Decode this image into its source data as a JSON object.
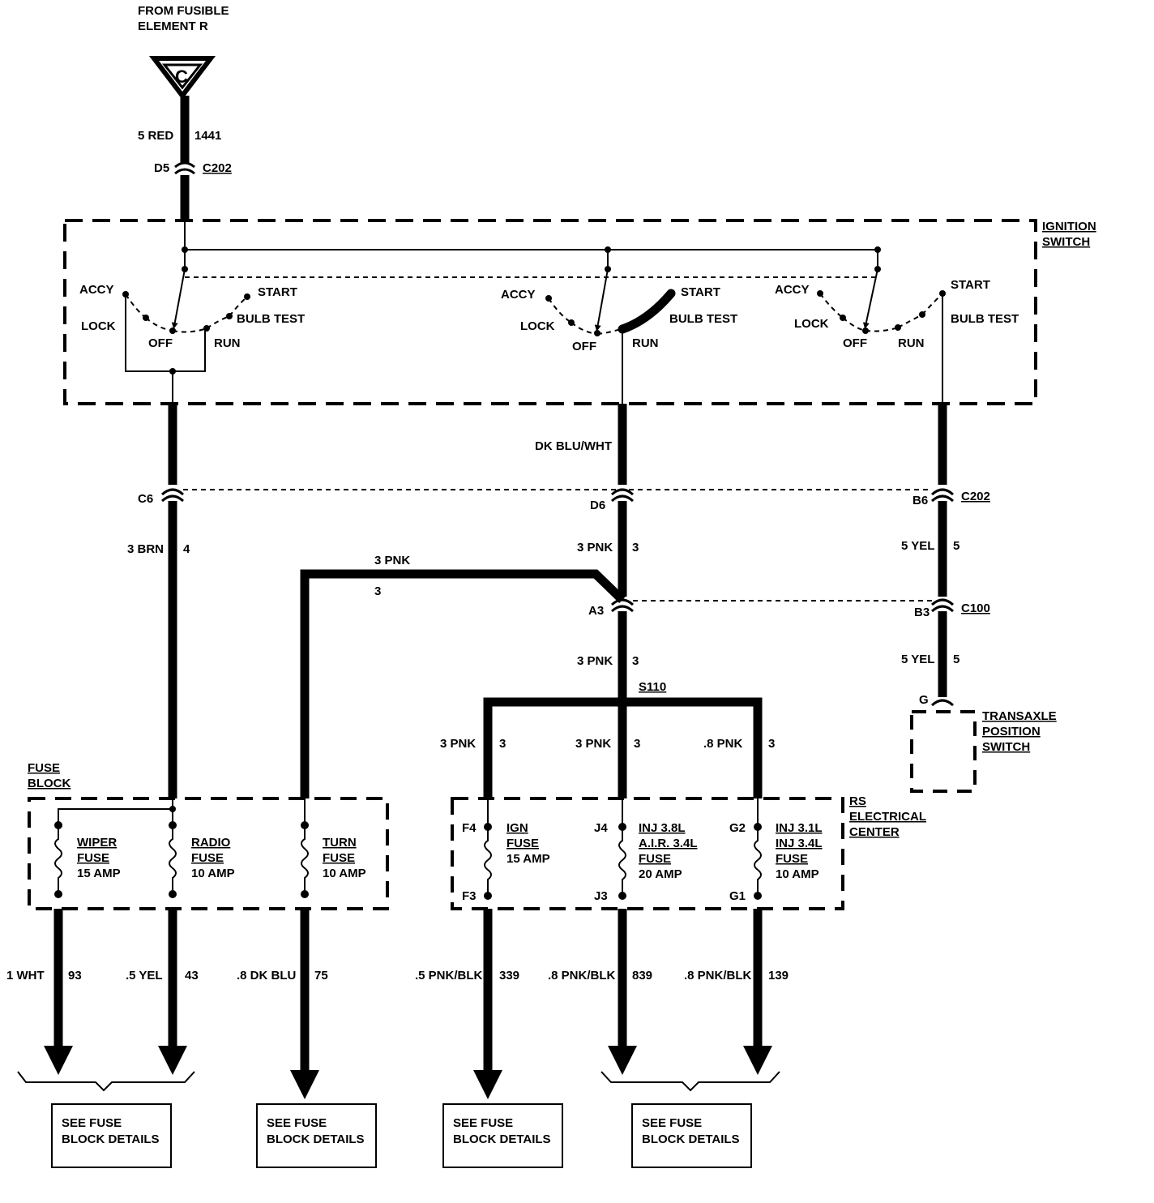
{
  "source": {
    "line1": "FROM FUSIBLE",
    "line2": "ELEMENT R",
    "symbol": "C"
  },
  "feed_wire": {
    "gauge_color": "5 RED",
    "circuit": "1441"
  },
  "connectors": {
    "d5": "D5",
    "c202_top": "C202",
    "c6": "C6",
    "d6": "D6",
    "b6": "B6",
    "c202_mid": "C202",
    "a3": "A3",
    "b3": "B3",
    "c100": "C100",
    "g": "G",
    "s110": "S110"
  },
  "ignition_switch": {
    "label_line1": "IGNITION",
    "label_line2": "SWITCH",
    "section1": {
      "accy": "ACCY",
      "lock": "LOCK",
      "off": "OFF",
      "run": "RUN",
      "start": "START",
      "bulb_test": "BULB TEST"
    },
    "section2": {
      "accy": "ACCY",
      "lock": "LOCK",
      "off": "OFF",
      "run": "RUN",
      "start": "START",
      "bulb_test": "BULB TEST"
    },
    "section3": {
      "accy": "ACCY",
      "lock": "LOCK",
      "off": "OFF",
      "run": "RUN",
      "start": "START",
      "bulb_test": "BULB TEST"
    }
  },
  "wires": {
    "dk_blu_wht": "DK BLU/WHT",
    "brn": {
      "gauge_color": "3 BRN",
      "circuit": "4"
    },
    "pnk_upper": {
      "gauge_color": "3 PNK",
      "circuit": "3"
    },
    "pnk_branch": {
      "gauge_color": "3 PNK",
      "circuit": "3"
    },
    "yel_upper": {
      "gauge_color": "5 YEL",
      "circuit": "5"
    },
    "pnk_lower": {
      "gauge_color": "3 PNK",
      "circuit": "3"
    },
    "yel_lower": {
      "gauge_color": "5 YEL",
      "circuit": "5"
    },
    "f4_feed": {
      "gauge_color": "3 PNK",
      "circuit": "3"
    },
    "j4_feed": {
      "gauge_color": "3 PNK",
      "circuit": "3"
    },
    "g2_feed": {
      "gauge_color": ".8 PNK",
      "circuit": "3"
    }
  },
  "transaxle_switch": {
    "line1": "TRANSAXLE",
    "line2": "POSITION",
    "line3": "SWITCH"
  },
  "fuse_block": {
    "label_line1": "FUSE",
    "label_line2": "BLOCK",
    "fuses": [
      {
        "name": "WIPER",
        "word": "FUSE",
        "rating": "15 AMP"
      },
      {
        "name": "RADIO",
        "word": "FUSE",
        "rating": "10 AMP"
      },
      {
        "name": "TURN",
        "word": "FUSE",
        "rating": "10 AMP"
      }
    ]
  },
  "rs_center": {
    "label_line1": "RS",
    "label_line2": "ELECTRICAL",
    "label_line3": "CENTER",
    "fuses": [
      {
        "in": "F4",
        "out": "F3",
        "lines": [
          "IGN",
          "FUSE",
          "15 AMP"
        ]
      },
      {
        "in": "J4",
        "out": "J3",
        "lines": [
          "INJ 3.8L",
          "A.I.R. 3.4L",
          "FUSE",
          "20 AMP"
        ]
      },
      {
        "in": "G2",
        "out": "G1",
        "lines": [
          "INJ 3.1L",
          "INJ 3.4L",
          "FUSE",
          "10 AMP"
        ]
      }
    ]
  },
  "outputs": [
    {
      "gauge_color": "1 WHT",
      "circuit": "93"
    },
    {
      "gauge_color": ".5 YEL",
      "circuit": "43"
    },
    {
      "gauge_color": ".8 DK BLU",
      "circuit": "75"
    },
    {
      "gauge_color": ".5 PNK/BLK",
      "circuit": "339"
    },
    {
      "gauge_color": ".8 PNK/BLK",
      "circuit": "839"
    },
    {
      "gauge_color": ".8 PNK/BLK",
      "circuit": "139"
    }
  ],
  "see_boxes": [
    {
      "line1": "SEE FUSE",
      "line2": "BLOCK DETAILS"
    },
    {
      "line1": "SEE FUSE",
      "line2": "BLOCK DETAILS"
    },
    {
      "line1": "SEE FUSE",
      "line2": "BLOCK DETAILS"
    },
    {
      "line1": "SEE FUSE",
      "line2": "BLOCK DETAILS"
    }
  ]
}
